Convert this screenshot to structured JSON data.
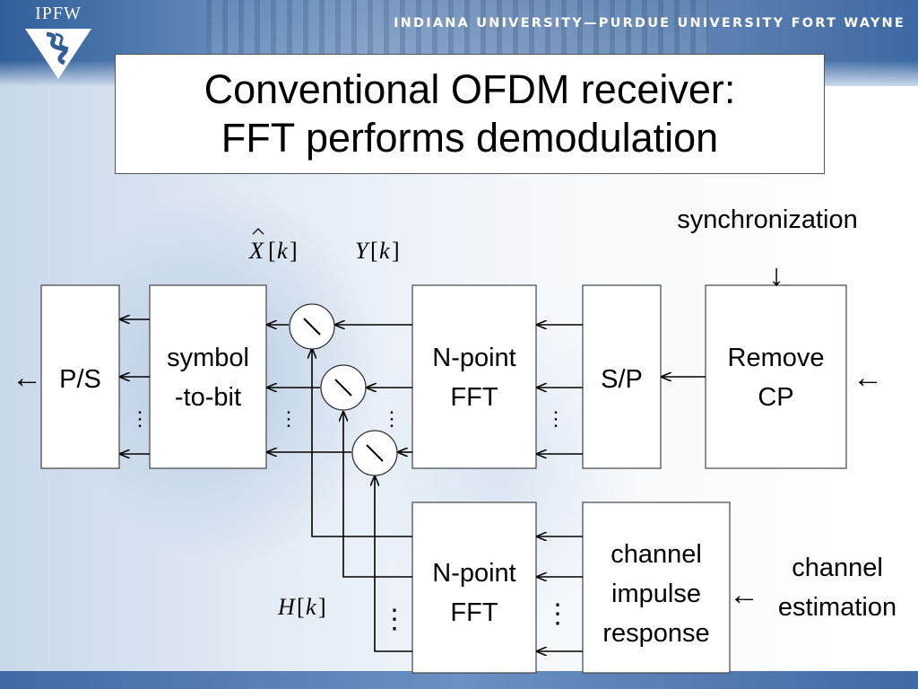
{
  "header": {
    "logo_text": "IPFW",
    "university": "INDIANA UNIVERSITY—PURDUE UNIVERSITY FORT WAYNE"
  },
  "slide": {
    "title_lines": [
      "Conventional OFDM receiver:",
      "FFT performs demodulation"
    ]
  },
  "diagram": {
    "blocks": {
      "ps": "P/S",
      "symbol_to_bit": [
        "symbol",
        "-to-bit"
      ],
      "fft_top": [
        "N-point",
        "FFT"
      ],
      "sp": "S/P",
      "remove_cp": [
        "Remove",
        "CP"
      ],
      "fft_bottom": [
        "N-point",
        "FFT"
      ],
      "cir": [
        "channel",
        "impulse",
        "response"
      ]
    },
    "labels": {
      "synchronization": "synchronization",
      "channel_estimation": [
        "channel",
        "estimation"
      ],
      "x_hat": {
        "sym": "X",
        "idx": "k"
      },
      "y": {
        "sym": "Y",
        "idx": "k"
      },
      "h": {
        "sym": "H",
        "idx": "k"
      }
    },
    "glyphs": {
      "arrow_left": "←",
      "arrow_down": "↓",
      "ellipsis_vertical": "⋮",
      "divide": "∖"
    }
  }
}
